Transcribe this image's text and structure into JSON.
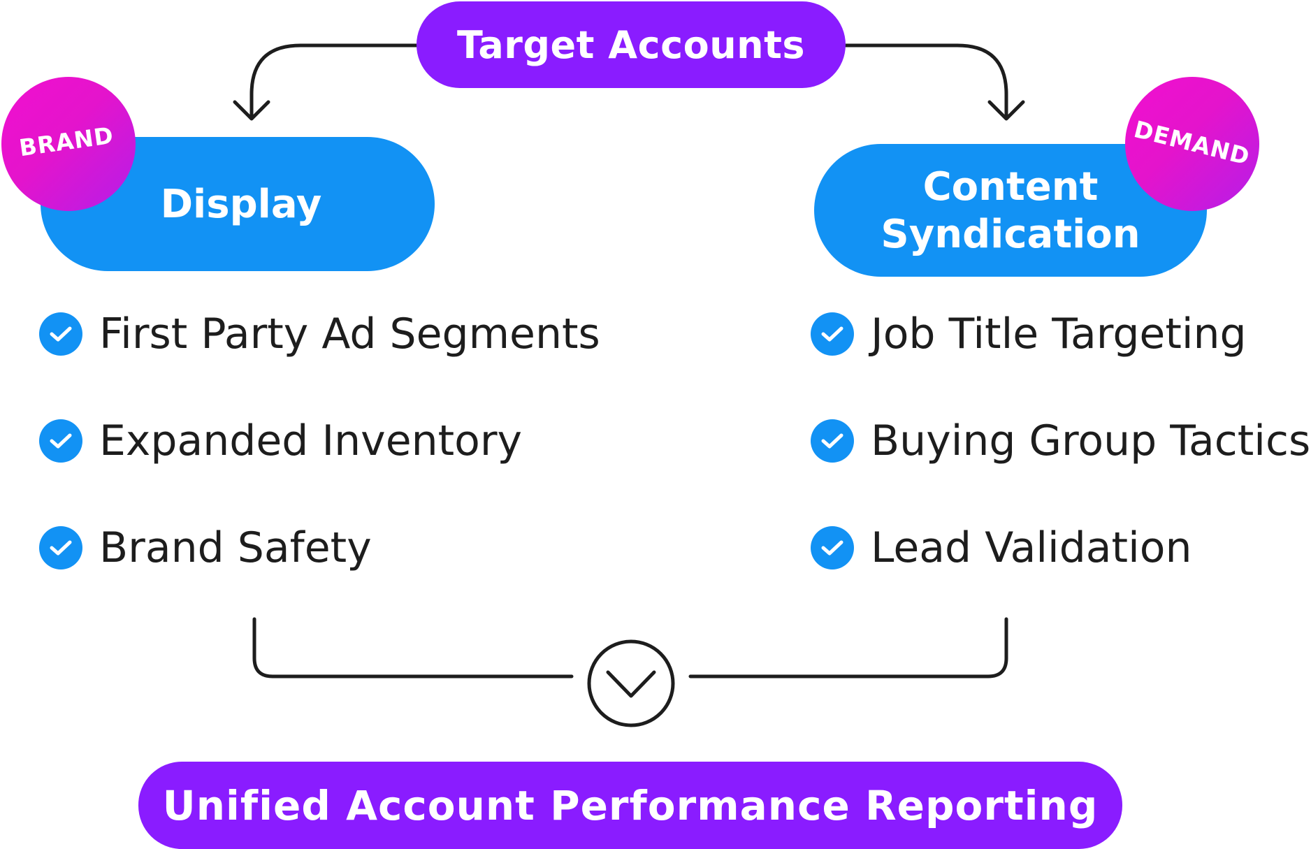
{
  "top": {
    "label": "Target Accounts"
  },
  "left_branch": {
    "badge": "BRAND",
    "title": "Display",
    "items": [
      "First Party Ad Segments",
      "Expanded Inventory",
      "Brand Safety"
    ]
  },
  "right_branch": {
    "badge": "DEMAND",
    "title_line1": "Content",
    "title_line2": "Syndication",
    "items": [
      "Job Title Targeting",
      "Buying Group Tactics",
      "Lead Validation"
    ]
  },
  "bottom": {
    "label": "Unified Account Performance Reporting"
  },
  "colors": {
    "purple": "#8a1cff",
    "blue": "#1292f4",
    "badge_gradient_start": "#f10fcf",
    "badge_gradient_end": "#b51ee8",
    "line": "#1d1d1d"
  },
  "icons": [
    "arrow-down-icon",
    "check-circle-icon",
    "chevron-down-circle-icon"
  ]
}
